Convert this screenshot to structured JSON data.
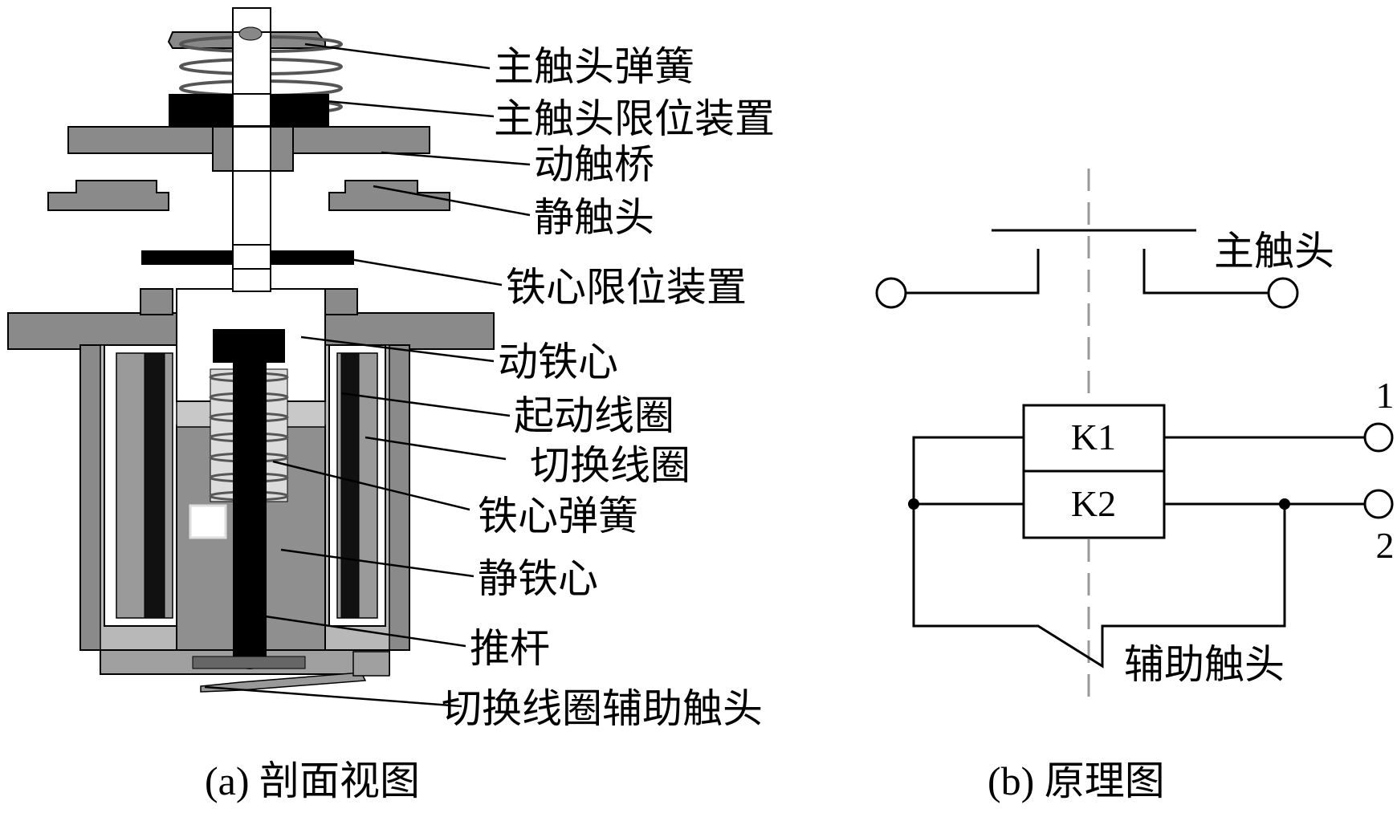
{
  "section_view": {
    "labels": {
      "main_contact_spring": "主触头弹簧",
      "main_contact_limiter": "主触头限位装置",
      "moving_bridge": "动触桥",
      "static_contact": "静触头",
      "core_limiter": "铁心限位装置",
      "moving_core": "动铁心",
      "start_coil": "起动线圈",
      "switch_coil": "切换线圈",
      "core_spring": "铁心弹簧",
      "static_core": "静铁心",
      "push_rod": "推杆",
      "switch_coil_aux_contact": "切换线圈辅助触头"
    },
    "caption": "(a)  剖面视图"
  },
  "schematic": {
    "main_contact_label": "主触头",
    "coil_k1": "K1",
    "coil_k2": "K2",
    "terminal_1": "1",
    "terminal_2": "2",
    "aux_contact_label": "辅助触头",
    "caption": "(b)  原理图"
  },
  "colors": {
    "line": "#000000",
    "dark_gray": "#7a7a7a",
    "mid_gray": "#9a9a9a",
    "light_gray": "#c8c8c8",
    "very_light_gray": "#e6e6e6",
    "white": "#ffffff",
    "dashed_axis": "#999999"
  }
}
